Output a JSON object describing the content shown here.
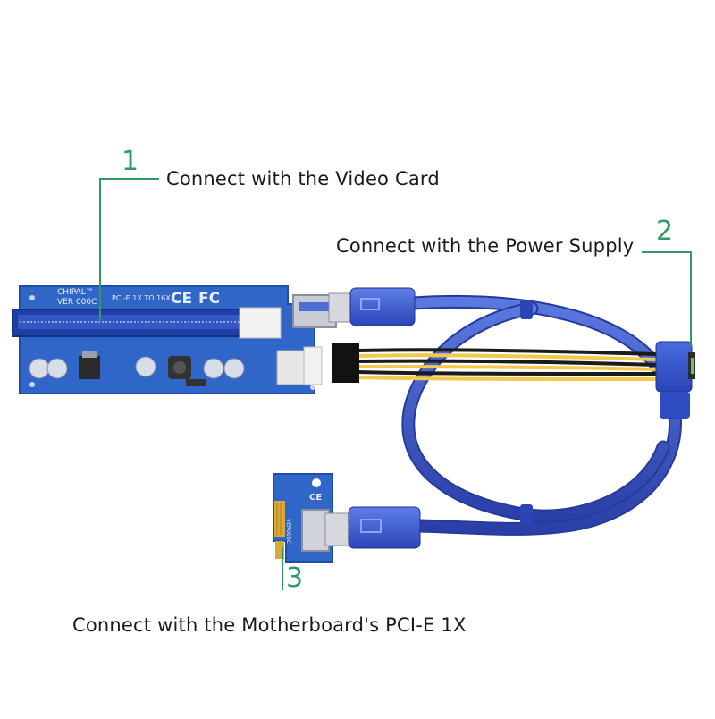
{
  "colors": {
    "callout_green": "#2f9a63",
    "pcb_blue": "#2f66c8",
    "cable_blue": "#2f4ec0",
    "wire_yellow": "#f2c94c",
    "wire_black": "#1b1b1b",
    "text": "#1a1a1a"
  },
  "callouts": [
    {
      "number": "1",
      "label": "Connect with the Video Card"
    },
    {
      "number": "2",
      "label": "Connect with the Power Supply"
    },
    {
      "number": "3",
      "label": "Connect with the Motherboard's PCI-E 1X"
    }
  ],
  "board": {
    "brand": "CHIPAL™",
    "version": "VER 006C",
    "model": "PCI-E 1X TO 16X",
    "ce_mark": "CE",
    "fc_mark": "FC"
  },
  "adapter": {
    "ce_mark": "CE",
    "version": "VER006C"
  }
}
